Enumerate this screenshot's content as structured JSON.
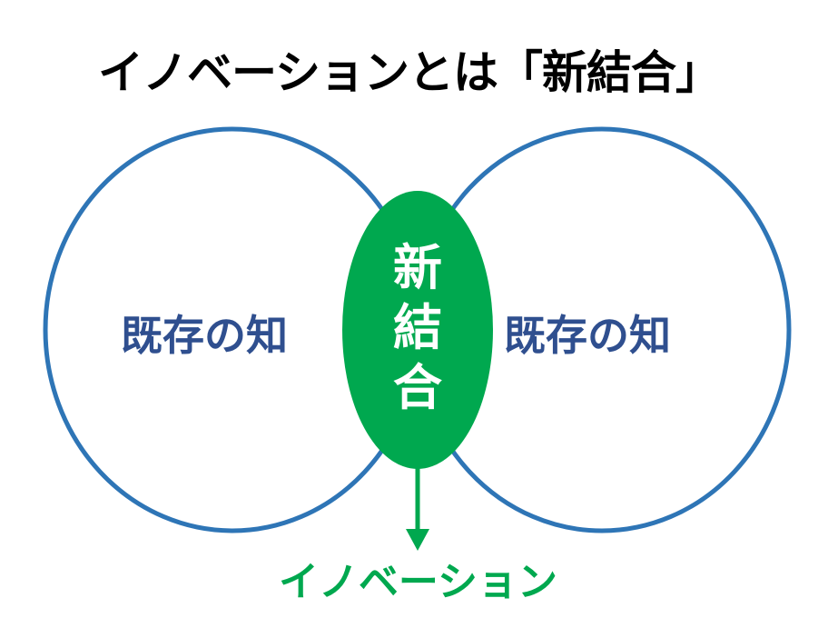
{
  "title": "イノベーションとは「新結合」",
  "left_label": "既存の知",
  "right_label": "既存の知",
  "center_label": [
    "新",
    "結",
    "合"
  ],
  "result_label": "イノベーション",
  "colors": {
    "circle": "#2e75b6",
    "label": "#2f4f8f",
    "green": "#00a84f"
  }
}
